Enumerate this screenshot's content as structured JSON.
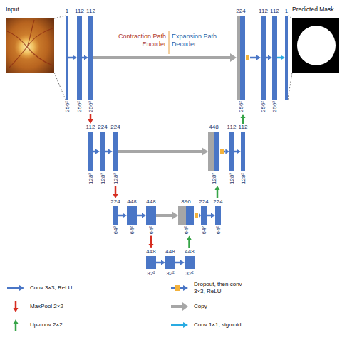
{
  "diagram": {
    "nodes": [
      {
        "text": [
          "Input"
        ]
      },
      {
        "text": [
          "1",
          "256²"
        ]
      },
      {
        "text": [
          "112",
          "256²"
        ]
      },
      {
        "text": [
          "112",
          "256²"
        ]
      },
      {
        "text": [
          "224",
          "256²"
        ]
      },
      {
        "text": [
          "112",
          "256²"
        ]
      },
      {
        "text": [
          "112",
          "256²"
        ]
      },
      {
        "text": [
          "1"
        ]
      },
      {
        "text": [
          "Predicted Mask"
        ]
      },
      {
        "text": [
          "112",
          "128²"
        ]
      },
      {
        "text": [
          "224",
          "128²"
        ]
      },
      {
        "text": [
          "224",
          "128²"
        ]
      },
      {
        "text": [
          "448",
          "128²"
        ]
      },
      {
        "text": [
          "112",
          "128²"
        ]
      },
      {
        "text": [
          "112",
          "128²"
        ]
      },
      {
        "text": [
          "224",
          "64²"
        ]
      },
      {
        "text": [
          "448",
          "64²"
        ]
      },
      {
        "text": [
          "448",
          "64²"
        ]
      },
      {
        "text": [
          "896",
          "64²"
        ]
      },
      {
        "text": [
          "224",
          "64²"
        ]
      },
      {
        "text": [
          "224",
          "64²"
        ]
      },
      {
        "text": [
          "448",
          "32²"
        ]
      },
      {
        "text": [
          "448",
          "32²"
        ]
      },
      {
        "text": [
          "448",
          "32²"
        ]
      }
    ],
    "edges": [
      {
        "from": 0,
        "to": 1,
        "arrow": "none"
      },
      {
        "from": 1,
        "to": 2,
        "arrow": "to"
      },
      {
        "from": 2,
        "to": 3,
        "arrow": "to"
      },
      {
        "from": 3,
        "to": 4,
        "arrow": "to"
      },
      {
        "from": 4,
        "to": 5,
        "arrow": "to"
      },
      {
        "from": 5,
        "to": 6,
        "arrow": "to"
      },
      {
        "from": 6,
        "to": 7,
        "arrow": "to"
      },
      {
        "from": 7,
        "to": 8,
        "arrow": "none"
      },
      {
        "from": 3,
        "to": 9,
        "arrow": "to"
      },
      {
        "from": 9,
        "to": 10,
        "arrow": "to"
      },
      {
        "from": 10,
        "to": 11,
        "arrow": "to"
      },
      {
        "from": 11,
        "to": 12,
        "arrow": "to"
      },
      {
        "from": 12,
        "to": 13,
        "arrow": "to"
      },
      {
        "from": 13,
        "to": 14,
        "arrow": "to"
      },
      {
        "from": 14,
        "to": 4,
        "arrow": "to"
      },
      {
        "from": 11,
        "to": 15,
        "arrow": "to"
      },
      {
        "from": 15,
        "to": 16,
        "arrow": "to"
      },
      {
        "from": 16,
        "to": 17,
        "arrow": "to"
      },
      {
        "from": 17,
        "to": 18,
        "arrow": "to"
      },
      {
        "from": 18,
        "to": 19,
        "arrow": "to"
      },
      {
        "from": 19,
        "to": 20,
        "arrow": "to"
      },
      {
        "from": 20,
        "to": 12,
        "arrow": "to"
      },
      {
        "from": 17,
        "to": 21,
        "arrow": "to"
      },
      {
        "from": 21,
        "to": 22,
        "arrow": "to"
      },
      {
        "from": 22,
        "to": 23,
        "arrow": "to"
      },
      {
        "from": 23,
        "to": 18,
        "arrow": "to"
      }
    ],
    "labels": [
      "Contraction Path Encoder",
      "Expansion Path Decoder"
    ],
    "legend": [
      {
        "text": "Conv 3×3, ReLU",
        "color": "#4a76c6"
      },
      {
        "text": "MaxPool 2×2",
        "color": "#d62d20"
      },
      {
        "text": "Up-conv 2×2",
        "color": "#36a447"
      },
      {
        "text": "Dropout, then conv 3×3, ReLU",
        "color": "#f3b23c"
      },
      {
        "text": "Copy",
        "color": "#a6a6a6"
      },
      {
        "text": "Conv 1×1, sigmoid",
        "color": "#29abe2"
      }
    ]
  }
}
